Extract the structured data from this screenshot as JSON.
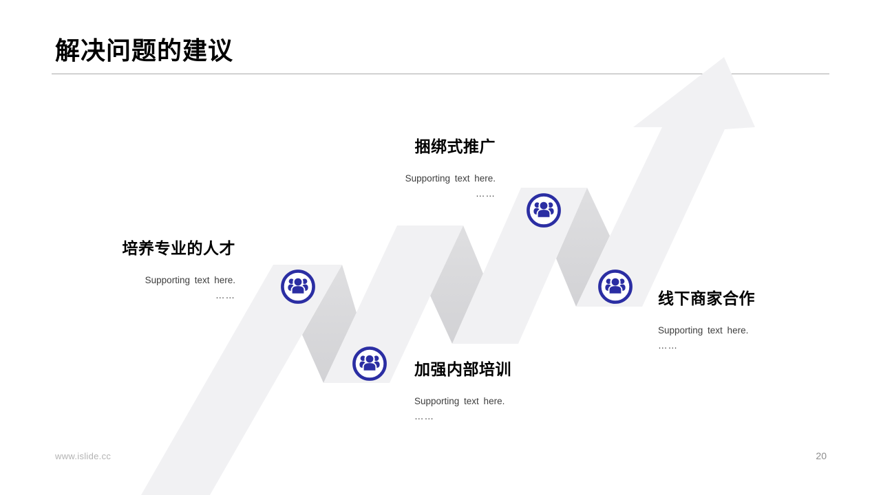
{
  "slide": {
    "title": "解决问题的建议",
    "sections": [
      {
        "heading": "培养专业的人才",
        "body": "Supporting text here.",
        "dots": "……",
        "align": "right"
      },
      {
        "heading": "加强内部培训",
        "body": "Supporting text here.",
        "dots": "……",
        "align": "left"
      },
      {
        "heading": "捆绑式推广",
        "body": "Supporting text here.",
        "dots": "……",
        "align": "right"
      },
      {
        "heading": "线下商家合作",
        "body": "Supporting text here.",
        "dots": "……",
        "align": "left"
      }
    ],
    "graphic": {
      "type": "zigzag-arrow",
      "marker_icon": "people-icon",
      "marker_count": 4
    },
    "footer": {
      "website": "www.islide.cc",
      "page_number": "20"
    },
    "colors": {
      "accent_blue": "#2b2ea3",
      "arrow_light": "#f1f1f3",
      "arrow_fold_dark": "#d4d4d7",
      "title_rule_gray": "#a9a9a9",
      "title_text": "#000000",
      "body_text": "#3d3d3d",
      "footer_gray": "#b3b3b3",
      "page_number_gray": "#8c8c8c"
    }
  }
}
